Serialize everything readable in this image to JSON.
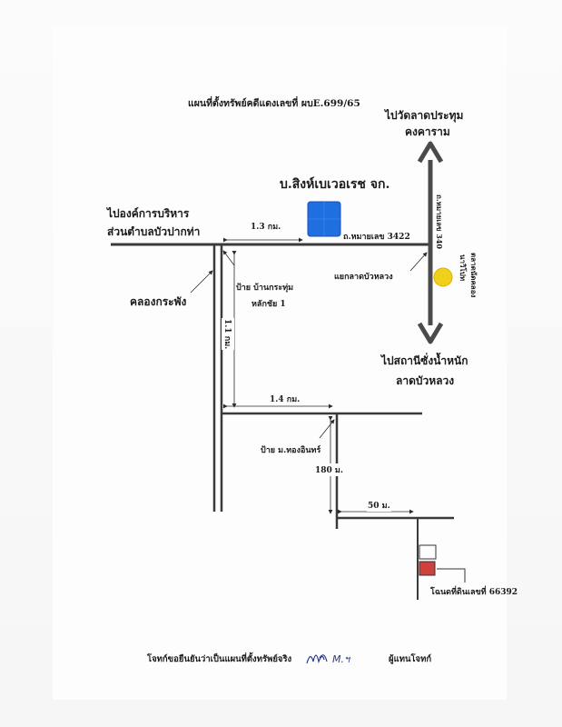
{
  "map": {
    "title": "แผนที่ตั้งทรัพย์คดีแดงเลขที่ ผบE.699/65",
    "north": {
      "line1": "ไปวัดลาดประทุม",
      "line2": "คงคาราม"
    },
    "south": {
      "line1": "ไปสถานีซั่งน้ำหนัก",
      "line2": "ลาดบัวหลวง"
    },
    "company": "บ.สิงห์เบเวอเรช จก.",
    "west": {
      "line1": "ไปองค์การบริหาร",
      "line2": "ส่วนตำบลบัวปากท่า"
    },
    "road_3422": "ถ.หมายเลข 3422",
    "road_340": "ถ.หมายเลข 340",
    "junction": "แยกลาดบัวหลวง",
    "market": {
      "line1": "ตลาดนัดคลอง",
      "line2": "นาวิโปท"
    },
    "canal": "คลองกระพัง",
    "sign1": {
      "line1": "ป้าย บ้านกระทุ่ม",
      "line2": "หลักชัย 1"
    },
    "sign2": "ป้าย ม.ทองอินทร์",
    "parcel": "โฉนดที่ดินเลขที่ 66392",
    "distances": {
      "d1": "1.3 กม.",
      "d2": "1.1 กม.",
      "d3": "1.4 กม.",
      "d4": "180 ม.",
      "d5": "50 ม."
    }
  },
  "footer": {
    "certify": "โจทก์ขอยืนยันว่าเป็นแผนที่ตั้งทรัพย์จริง",
    "signature": "M.ฯ",
    "representative": "ผู้แทนโจทก์"
  },
  "colors": {
    "company_block": "#1f6fe0",
    "market_dot": "#f2cf1a",
    "parcel": "#d0413d",
    "road": "#3a3a3a"
  }
}
